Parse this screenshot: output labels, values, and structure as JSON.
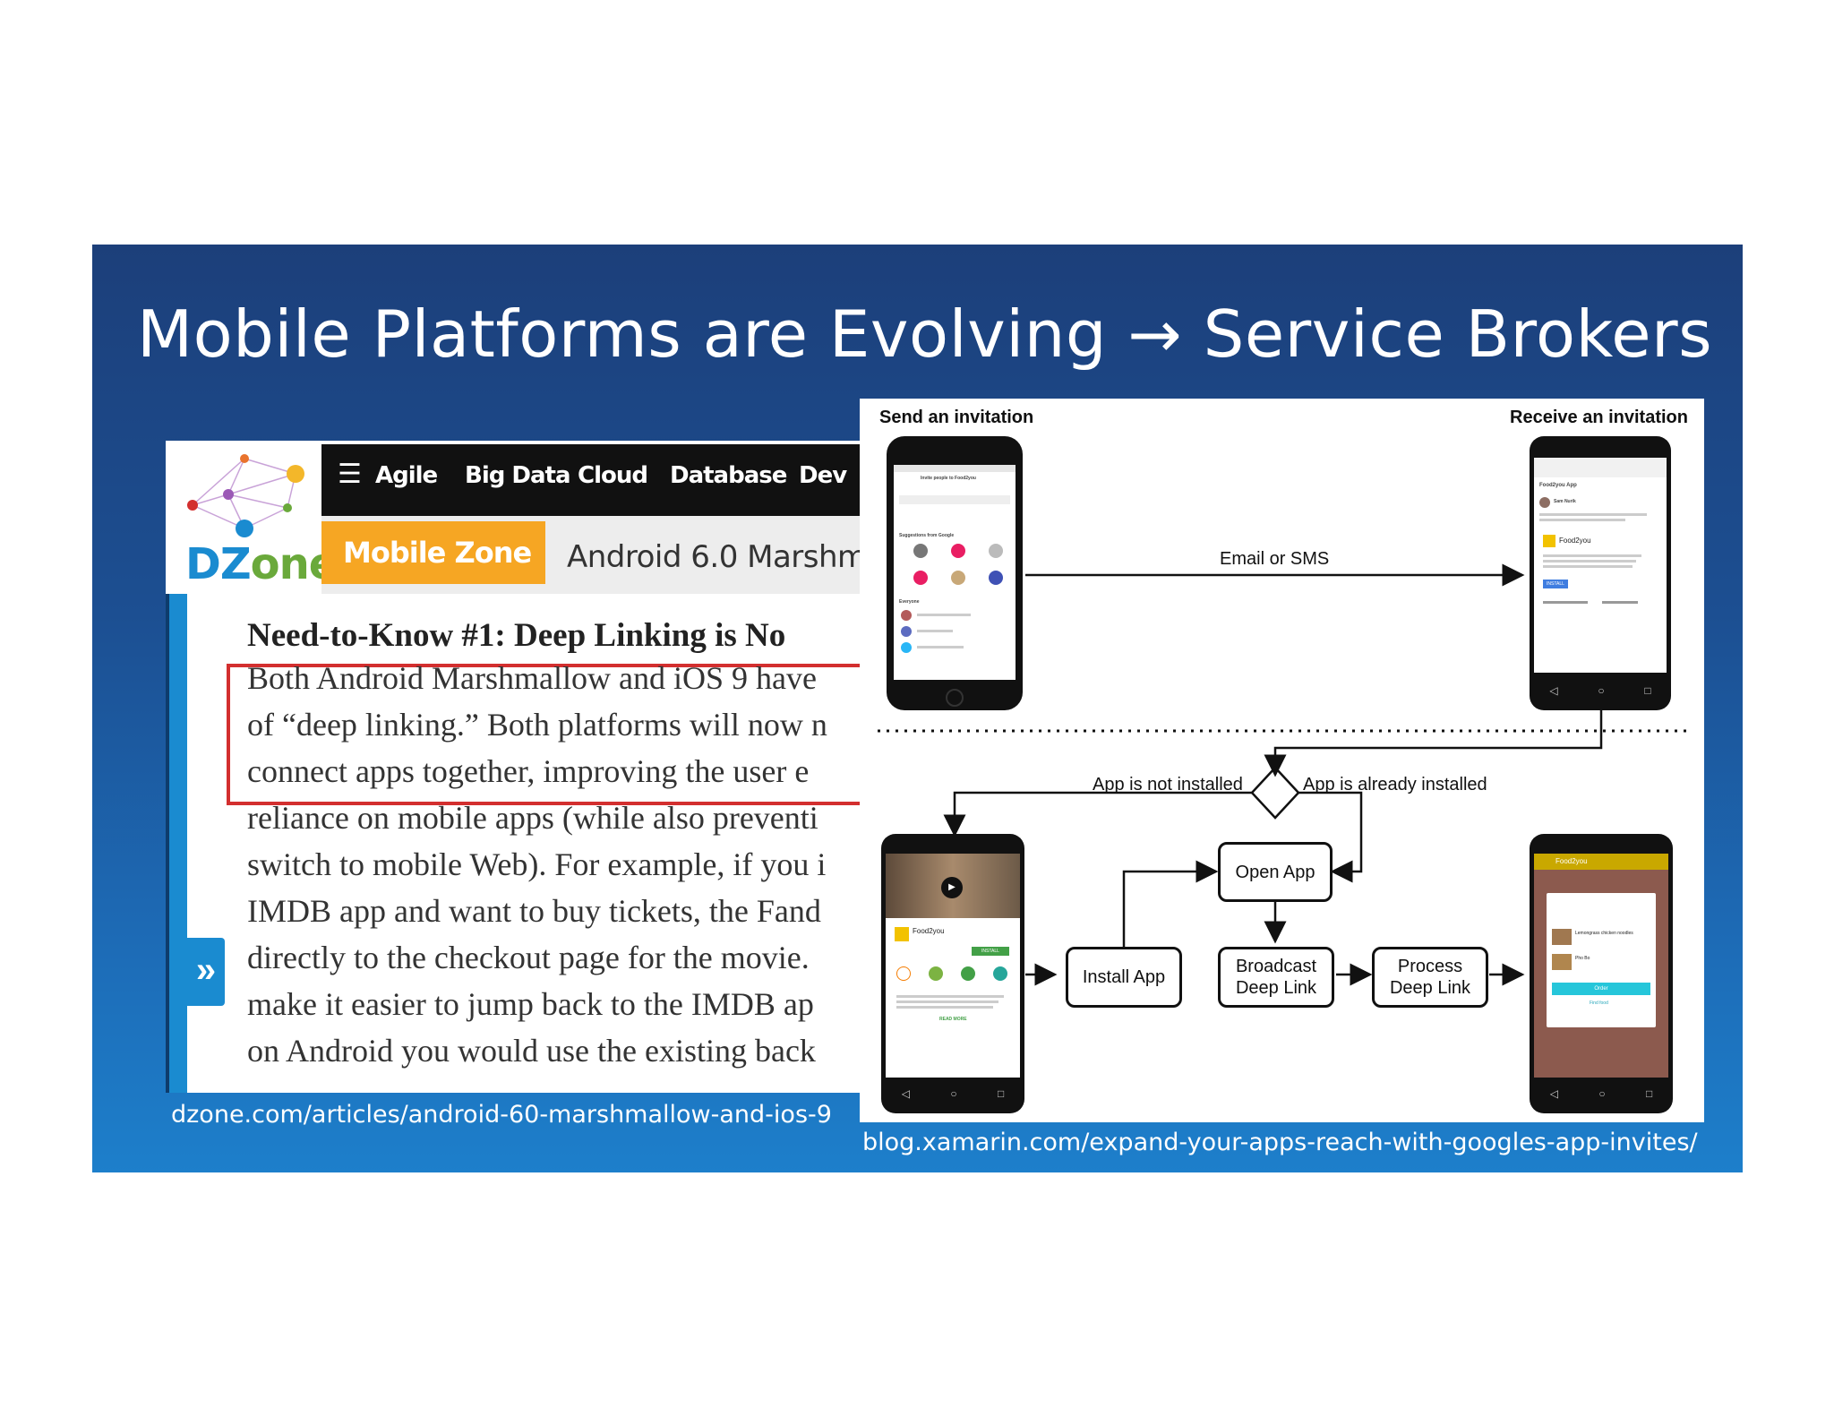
{
  "slide": {
    "title": "Mobile Platforms are Evolving → Service Brokers"
  },
  "dzone": {
    "logo_dz": "DZ",
    "logo_one": "one",
    "nav": [
      "Agile",
      "Big Data",
      "Cloud",
      "Database",
      "Dev"
    ],
    "zone": "Mobile Zone",
    "breadcrumb": "Android 6.0 Marshm",
    "heading": "Need-to-Know #1: Deep Linking is No",
    "lines": [
      "Both Android Marshmallow and iOS 9 have",
      "of “deep linking.” Both platforms will now n",
      "connect apps together, improving the user e",
      "reliance on mobile apps (while also preventi",
      "switch to mobile Web). For example, if you i",
      "IMDB app and want to buy tickets, the Fand",
      "directly to the checkout page for the movie.",
      "make it easier to jump back to the IMDB ap",
      "on Android you would use the existing back"
    ],
    "chevron": "»",
    "caption": "dzone.com/articles/android-60-marshmallow-and-ios-9"
  },
  "diagram": {
    "send_label": "Send an invitation",
    "receive_label": "Receive an invitation",
    "email_sms": "Email or SMS",
    "not_installed": "App is not installed",
    "already_installed": "App is already installed",
    "install_app": "Install App",
    "open_app": "Open App",
    "broadcast": [
      "Broadcast",
      "Deep Link"
    ],
    "process": [
      "Process",
      "Deep Link"
    ],
    "caption": "blog.xamarin.com/expand-your-apps-reach-with-googles-app-invites/",
    "phone1": {
      "title": "Invite people to Food2you",
      "section": "Suggestions from Google",
      "everyone": "Everyone"
    },
    "phone2": {
      "title": "Food2you App",
      "sender": "Sam Nurik",
      "app": "Food2you",
      "install": "INSTALL"
    },
    "phone3": {
      "app": "Food2you",
      "install": "INSTALL",
      "more": "READ MORE"
    },
    "phone4": {
      "title": "Food2you",
      "item1": "Lemongrass chicken noodles",
      "item2": "Pho Bo",
      "order": "Order",
      "find": "Find food"
    }
  }
}
